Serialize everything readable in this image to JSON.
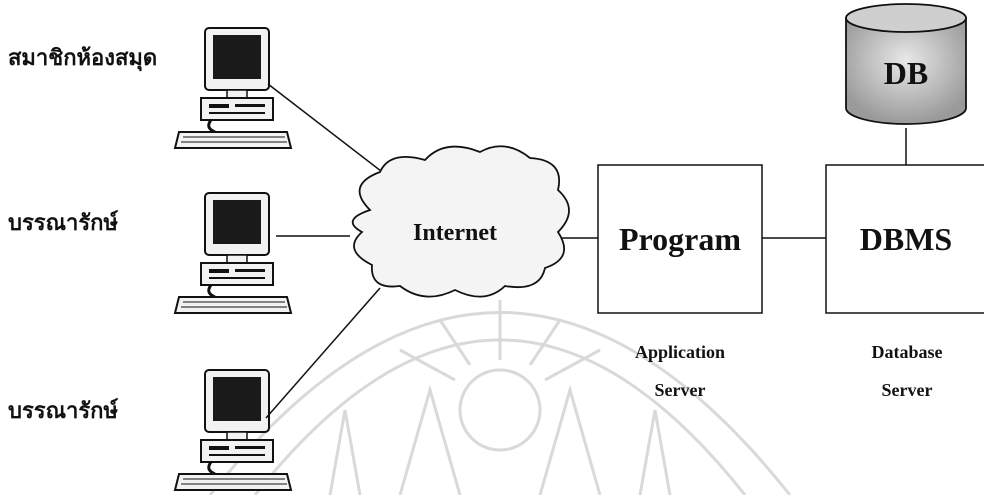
{
  "actors": [
    {
      "label": "สมาชิกห้องสมุด"
    },
    {
      "label": "บรรณารักษ์"
    },
    {
      "label": "บรรณารักษ์"
    }
  ],
  "cloud": {
    "label": "Internet"
  },
  "app_server": {
    "box_label": "Program",
    "caption_line1": "Application",
    "caption_line2": "Server"
  },
  "db_server": {
    "box_label": "DBMS",
    "caption_line1": "Database",
    "caption_line2": "Server"
  },
  "database": {
    "label": "DB"
  },
  "colors": {
    "line": "#111111",
    "watermark": "#d9d9d9",
    "cylinder_fill": "#bdbdbd",
    "screen": "#1a1a1a"
  }
}
